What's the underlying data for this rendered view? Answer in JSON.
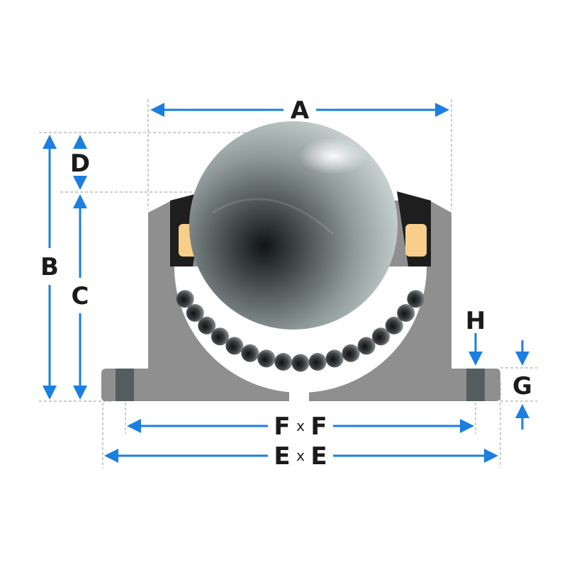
{
  "colors": {
    "arrow": "#1a7fe0",
    "housing": "#8f8f8f",
    "seal": "#1e1e1e",
    "felt": "#f7cf8a",
    "bolt": "#555e5e"
  },
  "labels": {
    "a": "A",
    "b": "B",
    "c": "C",
    "d": "D",
    "e_left": "E",
    "e_times": "x",
    "e_right": "E",
    "f_left": "F",
    "f_times": "x",
    "f_right": "F",
    "g": "G",
    "h": "H"
  }
}
